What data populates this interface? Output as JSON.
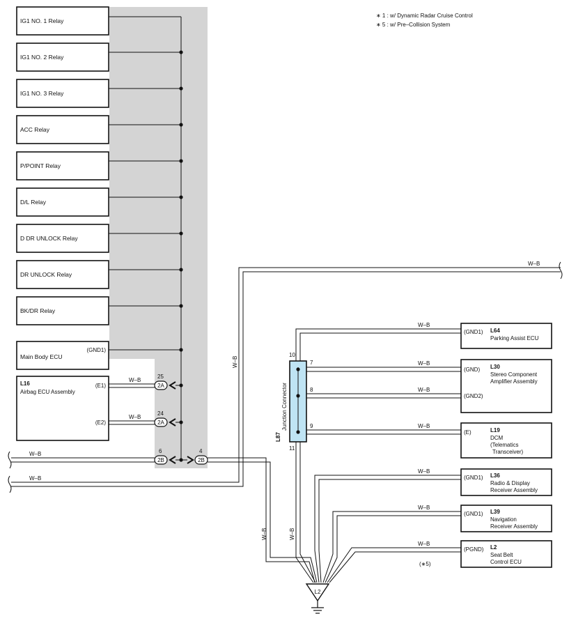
{
  "notes": [
    "∗ 1 : w/ Dynamic Radar Cruise Control",
    "∗ 5 : w/ Pre–Collision System"
  ],
  "relays": [
    "IG1 NO. 1 Relay",
    "IG1 NO. 2 Relay",
    "IG1 NO. 3 Relay",
    "ACC Relay",
    "P/POINT Relay",
    "D/L Relay",
    "D DR UNLOCK Relay",
    "DR UNLOCK Relay",
    "BK/DR Relay"
  ],
  "main_body_ecu": {
    "name": "Main Body ECU",
    "pin": "(GND1)"
  },
  "airbag_ecu": {
    "code": "L16",
    "name": "Airbag ECU Assembly",
    "pin1": "(E1)",
    "pin2": "(E2)"
  },
  "connectors": {
    "c25": {
      "num": "25",
      "id": "2A"
    },
    "c24": {
      "num": "24",
      "id": "2A"
    },
    "c6": {
      "num": "6",
      "id": "2B"
    },
    "c4": {
      "num": "4",
      "id": "2B"
    }
  },
  "wire_color": "W–B",
  "junction": {
    "code": "L87",
    "name": "Junction Connector",
    "pins": {
      "p10": "10",
      "p7": "7",
      "p8": "8",
      "p9": "9",
      "p11": "11"
    },
    "fill_color": "#bfe4f4"
  },
  "components": {
    "l64": {
      "pin": "(GND1)",
      "code": "L64",
      "lines": [
        "Parking Assist ECU"
      ]
    },
    "l30": {
      "pin": "(GND)",
      "pin2": "(GND2)",
      "code": "L30",
      "lines": [
        "Stereo Component",
        "Amplifier Assembly"
      ]
    },
    "l19": {
      "pin": "(E)",
      "code": "L19",
      "lines": [
        "DCM",
        "(Telematics",
        "Transceiver)"
      ]
    },
    "l36": {
      "pin": "(GND1)",
      "code": "L36",
      "lines": [
        "Radio & Display",
        "Receiver Assembly"
      ]
    },
    "l39": {
      "pin": "(GND1)",
      "code": "L39",
      "lines": [
        "Navigation",
        "Receiver Assembly"
      ]
    },
    "l2": {
      "pin": "(PGND)",
      "code": "L2",
      "lines": [
        "Seat Belt",
        "Control ECU"
      ],
      "note": "(∗5)"
    }
  },
  "ground": {
    "code": "L2"
  },
  "colors": {
    "shade": "#d4d4d4",
    "junction": "#bfe4f4",
    "ink": "#111111"
  }
}
